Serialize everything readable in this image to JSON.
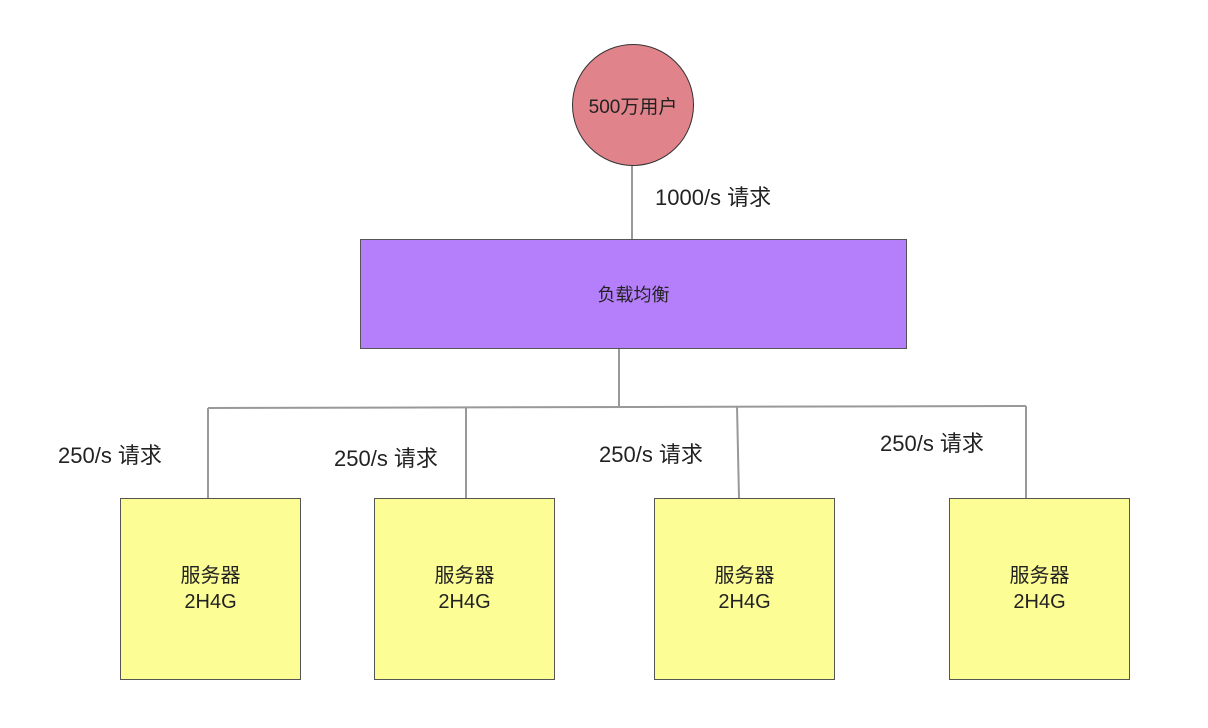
{
  "users": {
    "label": "500万用户"
  },
  "load_balancer": {
    "label": "负载均衡"
  },
  "top_edge": {
    "label": "1000/s 请求"
  },
  "servers": [
    {
      "name": "服务器",
      "spec": "2H4G",
      "edge_label": "250/s 请求"
    },
    {
      "name": "服务器",
      "spec": "2H4G",
      "edge_label": "250/s 请求"
    },
    {
      "name": "服务器",
      "spec": "2H4G",
      "edge_label": "250/s 请求"
    },
    {
      "name": "服务器",
      "spec": "2H4G",
      "edge_label": "250/s 请求"
    }
  ],
  "colors": {
    "users_fill": "#e0838a",
    "load_balancer_fill": "#b57ffc",
    "server_fill": "#fdfd96",
    "connector": "#999999"
  }
}
